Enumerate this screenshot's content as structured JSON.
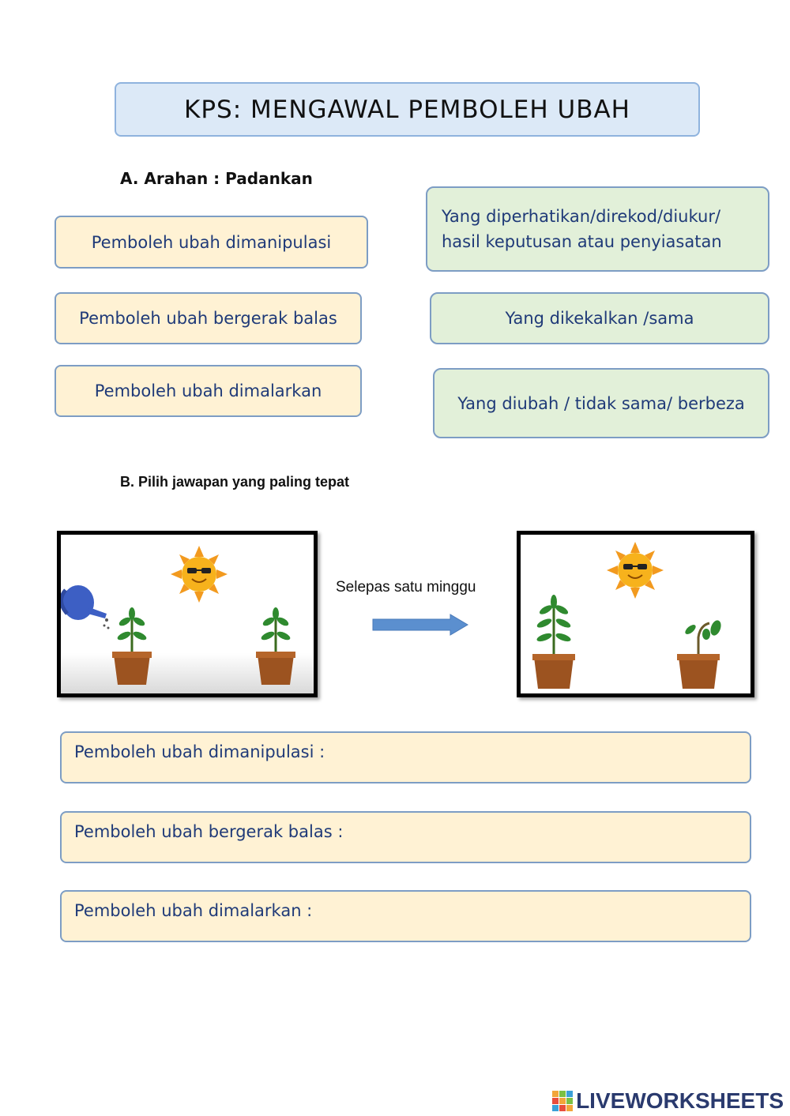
{
  "title": "KPS: MENGAWAL PEMBOLEH UBAH",
  "section_a": {
    "heading": "A. Arahan  : Padankan",
    "left_items": [
      "Pemboleh ubah dimanipulasi",
      "Pemboleh ubah bergerak balas",
      "Pemboleh ubah dimalarkan"
    ],
    "right_items": [
      {
        "line1": "Yang diperhatikan/direkod/diukur/",
        "line2": "hasil keputusan atau penyiasatan"
      },
      {
        "line1": "Yang dikekalkan /sama"
      },
      {
        "line1": "Yang diubah / tidak sama/ berbeza"
      }
    ]
  },
  "section_b": {
    "heading": "B.  Pilih jawapan yang paling tepat",
    "caption": "Selepas satu minggu",
    "answers": [
      "Pemboleh ubah dimanipulasi :",
      "Pemboleh ubah bergerak balas :",
      "Pemboleh ubah dimalarkan :"
    ]
  },
  "footer": {
    "brand": "LIVEWORKSHEETS"
  },
  "colors": {
    "title_bg": "#dce9f7",
    "yellow_box": "#fff2d4",
    "green_box": "#e2f0d9",
    "border": "#7d9dc4",
    "text": "#1f3a78",
    "arrow": "#5b8fcf"
  },
  "icons": [
    "watering-can-icon",
    "sun-icon",
    "plant-icon",
    "arrow-right-icon"
  ]
}
